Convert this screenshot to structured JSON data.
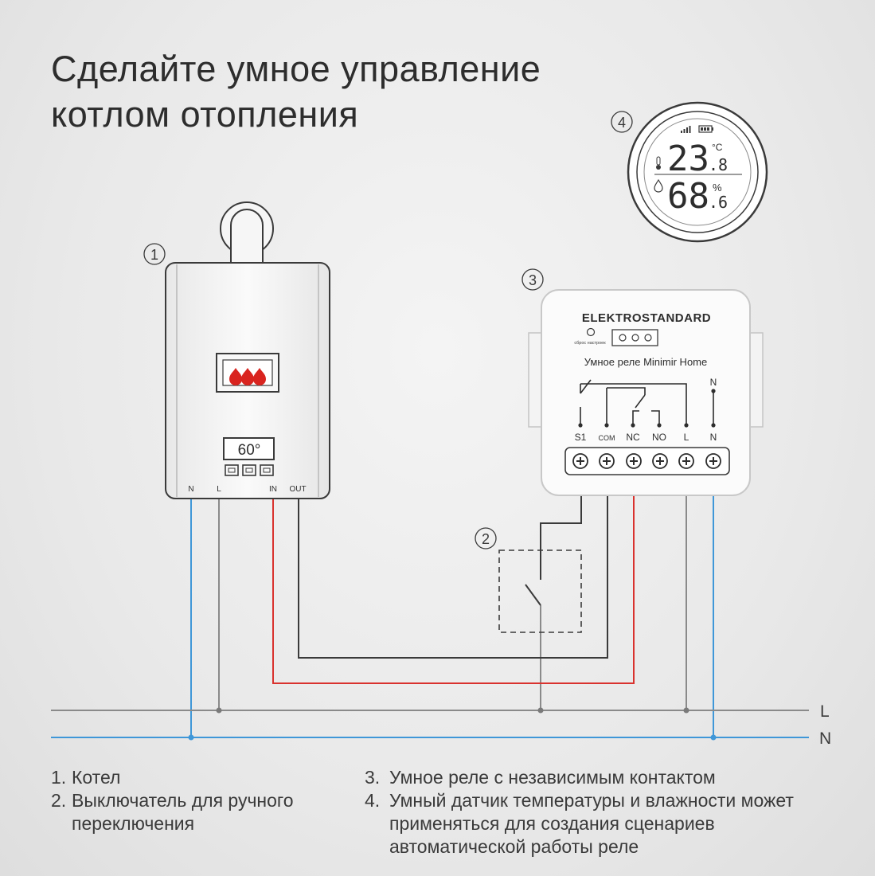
{
  "title": {
    "line1": "Сделайте умное управление",
    "line2": "котлом отопления"
  },
  "callouts": {
    "boiler": "1",
    "switch": "2",
    "relay": "3",
    "sensor": "4"
  },
  "boiler": {
    "temperature": "60°",
    "terminals": [
      "N",
      "L",
      "IN",
      "OUT"
    ]
  },
  "relay": {
    "brand": "ELEKTROSTANDARD",
    "reset_label": "сброс настроек",
    "model": "Умное реле Minimir Home",
    "top_terminal": "N",
    "terminals": [
      "S1",
      "COM",
      "NC",
      "NO",
      "L",
      "N"
    ]
  },
  "sensor": {
    "temp_int": "23",
    "temp_dec": ".8",
    "temp_unit": "°C",
    "hum_int": "68",
    "hum_dec": ".6",
    "hum_unit": "%"
  },
  "buses": {
    "line": "L",
    "neutral": "N"
  },
  "legend": [
    {
      "num": "1.",
      "text": "Котел"
    },
    {
      "num": "2.",
      "text": "Выключатель для ручного переключения"
    },
    {
      "num": "3.",
      "text": "Умное реле с независимым контактом"
    },
    {
      "num": "4.",
      "text": "Умный датчик температуры и влажности может применяться для создания сценариев автоматической работы реле"
    }
  ],
  "colors": {
    "neutral_wire": "#3f97d8",
    "in_wire": "#d9322e",
    "line_wire": "#8a8a8a",
    "out_wire": "#3a3a3a",
    "flame": "#d9241f"
  }
}
